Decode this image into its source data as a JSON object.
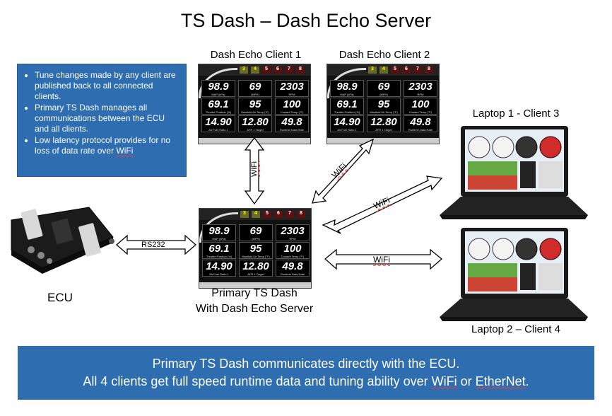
{
  "title": "TS Dash – Dash Echo Server",
  "info_bullets": [
    "Tune changes made by any client are published back to all connected clients.",
    "Primary TS Dash manages all communications between the ECU and all clients.",
    "Low latency protocol provides for no loss of data rate over WiFi"
  ],
  "labels": {
    "client1": "Dash Echo Client 1",
    "client2": "Dash Echo Client 2",
    "laptop1": "Laptop 1 - Client 3",
    "laptop2": "Laptop 2 – Client 4",
    "ecu": "ECU",
    "primary_line1": "Primary TS Dash",
    "primary_line2": "With Dash Echo Server"
  },
  "connections": {
    "rs232": "RS232",
    "wifi": "WiFi"
  },
  "dash_gauges": [
    {
      "value": "98.9",
      "unit": "MAP (kPa)"
    },
    {
      "value": "69",
      "unit": "(MPH)"
    },
    {
      "value": "2303",
      "unit": "RPM"
    },
    {
      "value": "69.1",
      "unit": "Throttle Position (%)"
    },
    {
      "value": "95",
      "unit": "Manifold Air Temp (°F)"
    },
    {
      "value": "100",
      "unit": "Coolant Temp (°F)"
    },
    {
      "value": "14.90",
      "unit": "Air:Fuel Ratio 1"
    },
    {
      "value": "12.80",
      "unit": "AFR 1 Target"
    },
    {
      "value": "49.8",
      "unit": "Runtime Data Rate"
    }
  ],
  "dash_gears": [
    "3",
    "4",
    "5",
    "6",
    "7",
    "8"
  ],
  "bottom_lines": [
    "Primary TS Dash communicates directly with the ECU.",
    "All 4 clients get full speed runtime data and tuning ability over WiFi or EtherNet."
  ],
  "colors": {
    "box_blue": "#2e6db0",
    "dash_black": "#111111"
  }
}
